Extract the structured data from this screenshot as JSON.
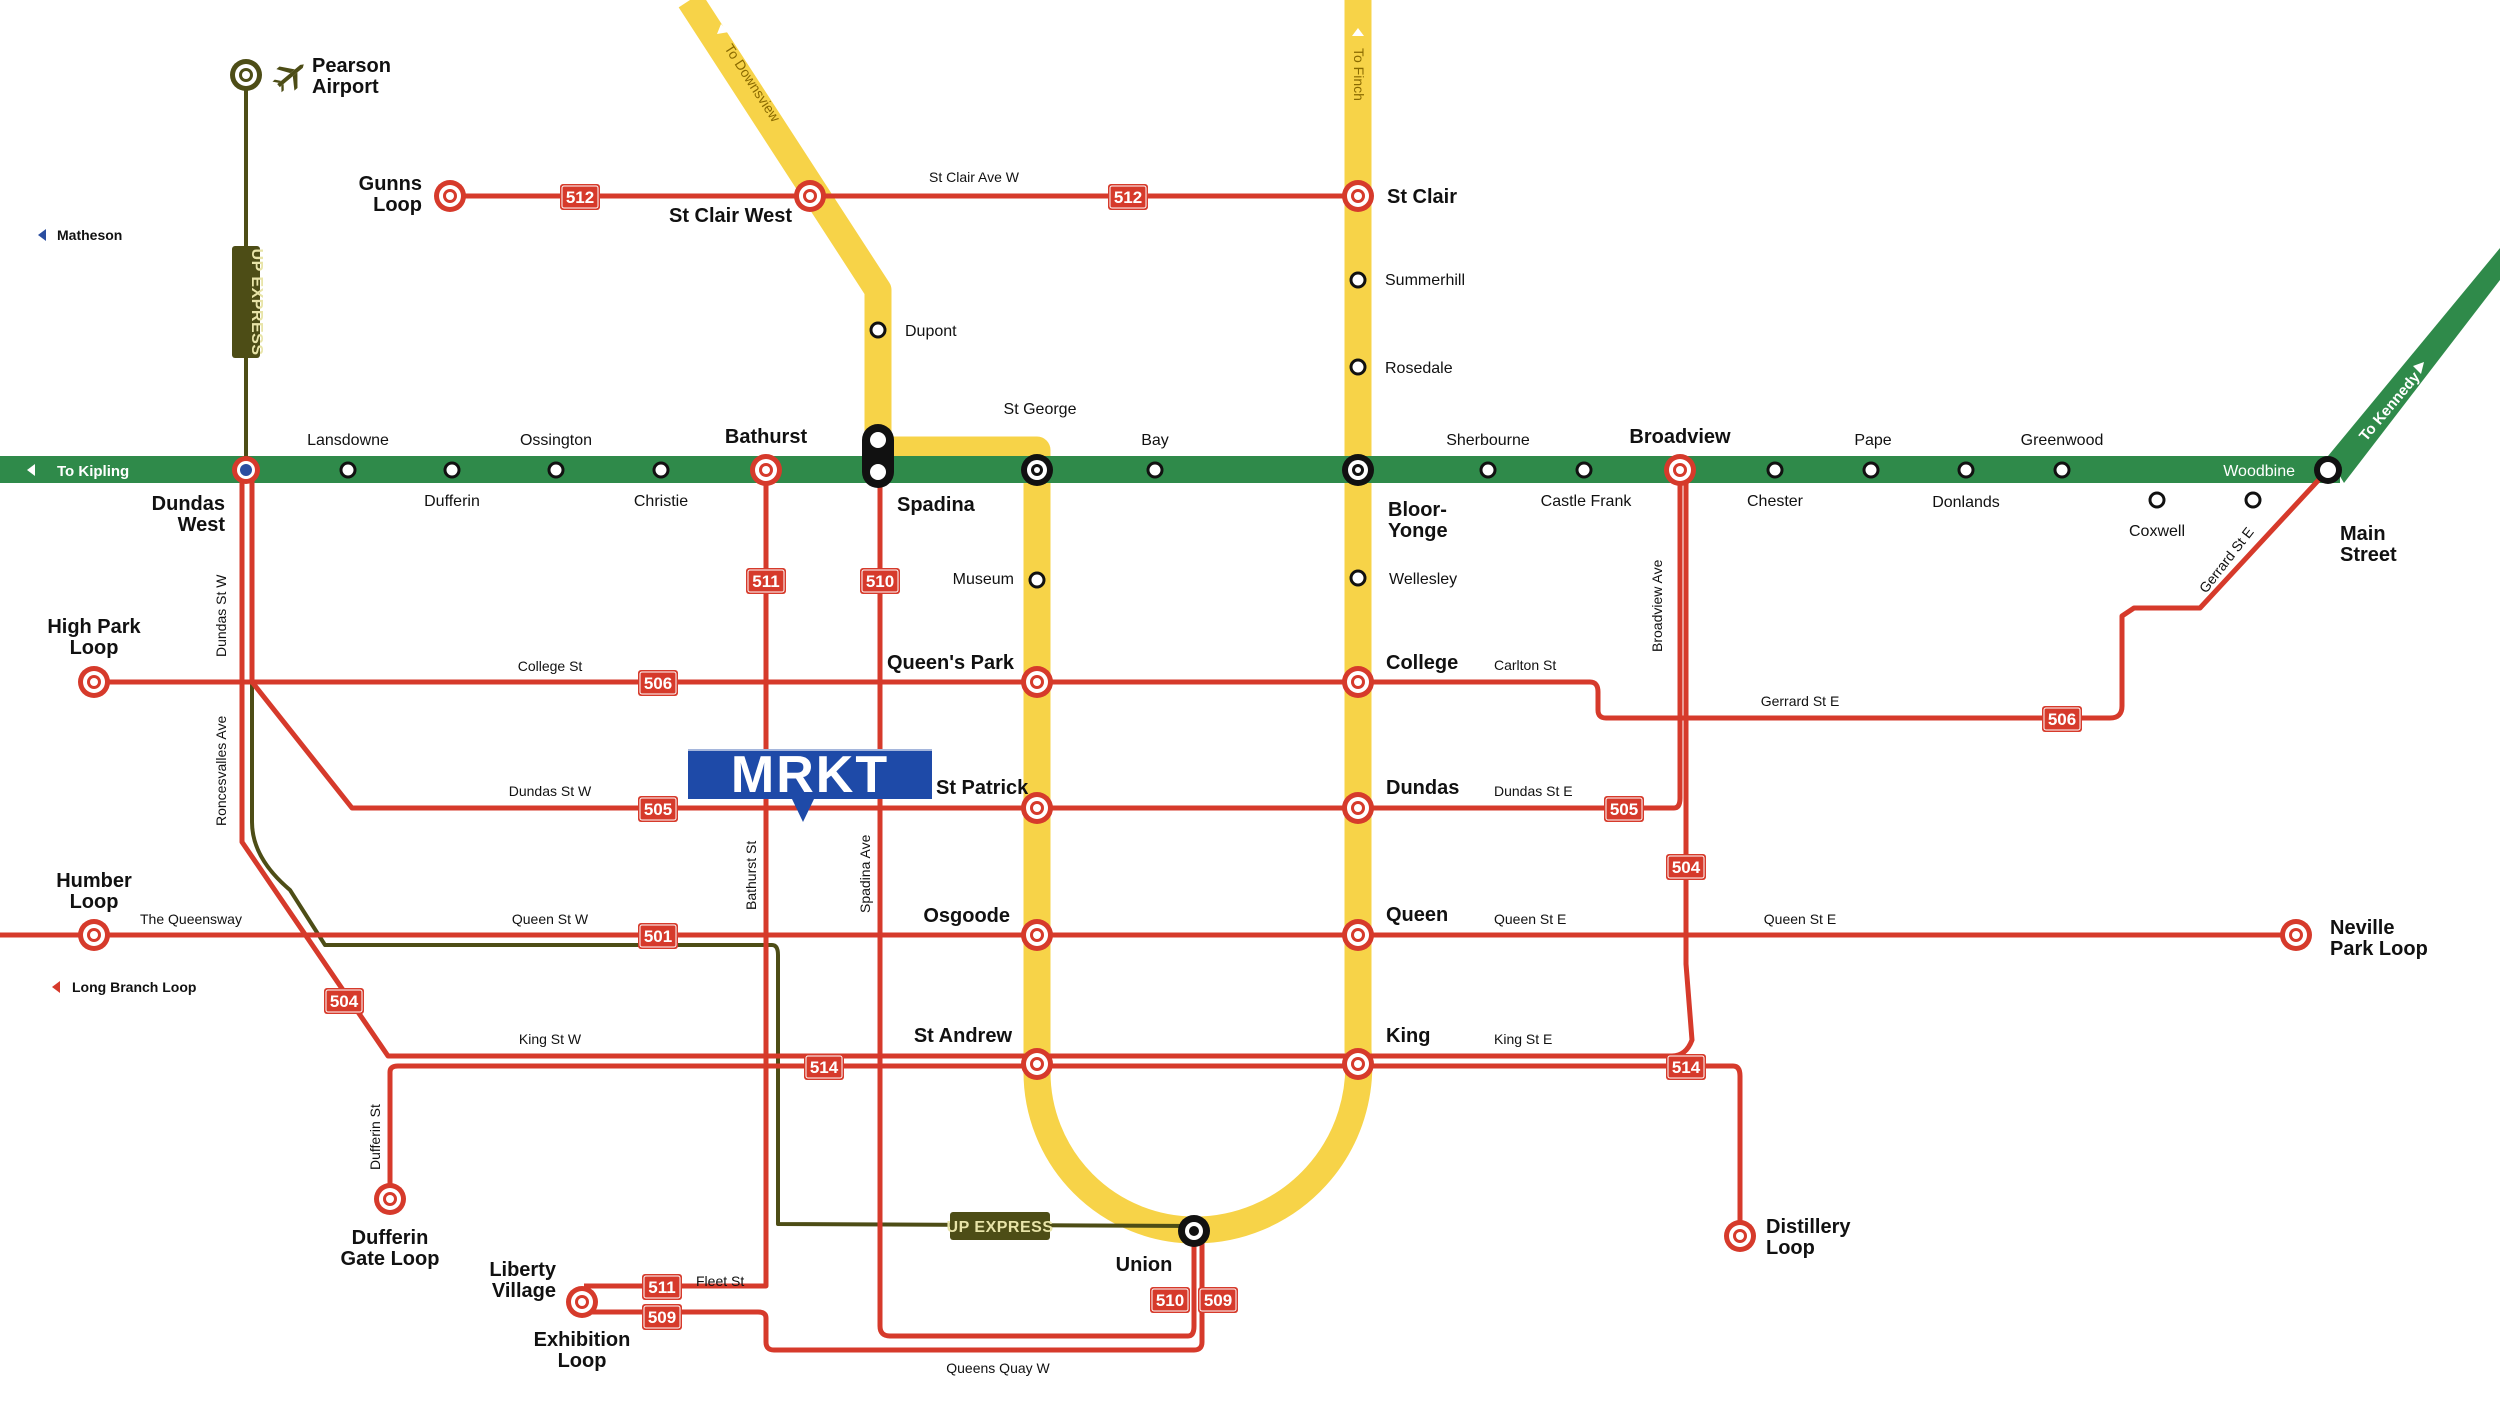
{
  "colors": {
    "streetcar": "#d63a2b",
    "line1_yellow": "#f7d348",
    "line2_green": "#2f8a4a",
    "up_express": "#4d4d16",
    "mrkt_blue": "#1e4aa8"
  },
  "labels": {
    "pearson_1": "Pearson",
    "pearson_2": "Airport",
    "gunns_1": "Gunns",
    "gunns_2": "Loop",
    "matheson": "Matheson",
    "st_clair_west": "St Clair West",
    "st_clair_ave_w": "St Clair Ave W",
    "st_clair": "St Clair",
    "summerhill": "Summerhill",
    "rosedale": "Rosedale",
    "dupont": "Dupont",
    "st_george": "St George",
    "lansdowne": "Lansdowne",
    "ossington": "Ossington",
    "bathurst": "Bathurst",
    "bay": "Bay",
    "sherbourne": "Sherbourne",
    "broadview": "Broadview",
    "pape": "Pape",
    "greenwood": "Greenwood",
    "woodbine": "Woodbine",
    "to_kipling": "To Kipling",
    "to_downsview": "To Downsview",
    "to_finch": "To Finch",
    "to_kennedy": "To Kennedy",
    "dundas_west_1": "Dundas",
    "dundas_west_2": "West",
    "dufferin": "Dufferin",
    "christie": "Christie",
    "spadina": "Spadina",
    "bloor_1": "Bloor-",
    "bloor_2": "Yonge",
    "castle_frank": "Castle Frank",
    "chester": "Chester",
    "donlands": "Donlands",
    "coxwell": "Coxwell",
    "main_1": "Main",
    "main_2": "Street",
    "museum": "Museum",
    "wellesley": "Wellesley",
    "broadview_ave": "Broadview Ave",
    "gerrard_st_e_diag": "Gerrard St E",
    "high_park_1": "High Park",
    "high_park_2": "Loop",
    "dundas_st_w_vert": "Dundas St W",
    "college_st": "College St",
    "queens_park": "Queen's Park",
    "college": "College",
    "carlton_st": "Carlton St",
    "gerrard_st_e": "Gerrard St E",
    "roncesvalles": "Roncesvalles Ave",
    "dundas_st_w": "Dundas St W",
    "st_patrick": "St Patrick",
    "dundas": "Dundas",
    "dundas_st_e": "Dundas St E",
    "bathurst_st": "Bathurst St",
    "spadina_ave": "Spadina Ave",
    "humber_1": "Humber",
    "humber_2": "Loop",
    "the_queensway": "The Queensway",
    "queen_st_w": "Queen St W",
    "osgoode": "Osgoode",
    "queen": "Queen",
    "queen_st_e_1": "Queen St E",
    "queen_st_e_2": "Queen St E",
    "neville_1": "Neville",
    "neville_2": "Park Loop",
    "long_branch": "Long Branch Loop",
    "king_st_w": "King St W",
    "st_andrew": "St Andrew",
    "king": "King",
    "king_st_e": "King St E",
    "dufferin_st": "Dufferin St",
    "dufferin_gate_1": "Dufferin",
    "dufferin_gate_2": "Gate Loop",
    "distillery_1": "Distillery",
    "distillery_2": "Loop",
    "liberty_1": "Liberty",
    "liberty_2": "Village",
    "fleet_st": "Fleet St",
    "union": "Union",
    "exhibition_1": "Exhibition",
    "exhibition_2": "Loop",
    "queens_quay_w": "Queens Quay W"
  },
  "routes": {
    "r512a": "512",
    "r512b": "512",
    "r511a": "511",
    "r510a": "510",
    "r506a": "506",
    "r506b": "506",
    "r505a": "505",
    "r505b": "505",
    "r504a": "504",
    "r504b": "504",
    "r501": "501",
    "r514a": "514",
    "r514b": "514",
    "r511b": "511",
    "r509a": "509",
    "r510b": "510",
    "r509b": "509"
  },
  "up_express": {
    "vertical": "UP EXPRESS",
    "horizontal": "UP EXPRESS"
  },
  "logo": {
    "text": "MRKT"
  }
}
